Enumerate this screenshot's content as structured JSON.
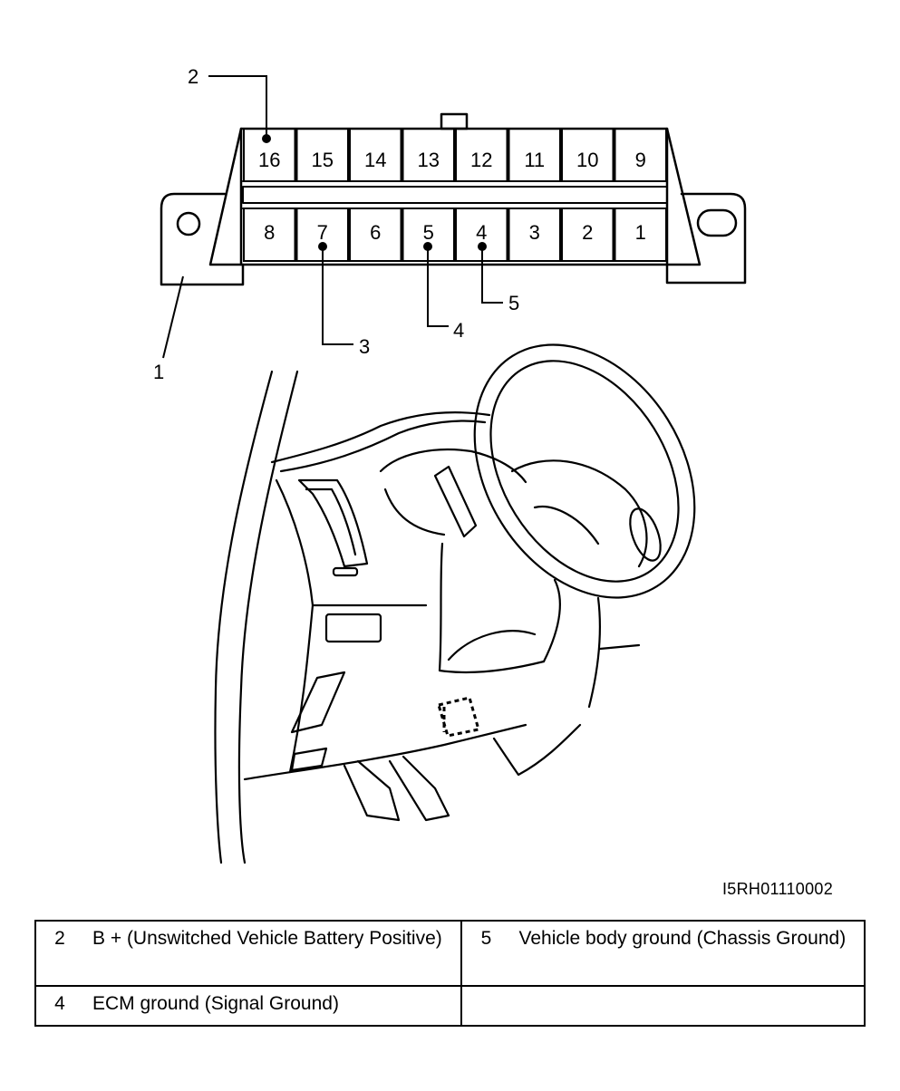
{
  "connector": {
    "top_row_pins": [
      "16",
      "15",
      "14",
      "13",
      "12",
      "11",
      "10",
      "9"
    ],
    "bottom_row_pins": [
      "8",
      "7",
      "6",
      "5",
      "4",
      "3",
      "2",
      "1"
    ]
  },
  "callouts": [
    "1",
    "2",
    "3",
    "4",
    "5"
  ],
  "figure_code": "I5RH01110002",
  "legend": [
    [
      {
        "num": "2",
        "text": "B + (Unswitched Vehicle Battery Positive)"
      },
      {
        "num": "5",
        "text": "Vehicle body ground (Chassis Ground)"
      }
    ],
    [
      {
        "num": "4",
        "text": "ECM ground (Signal Ground)"
      },
      {
        "num": "",
        "text": ""
      }
    ]
  ]
}
